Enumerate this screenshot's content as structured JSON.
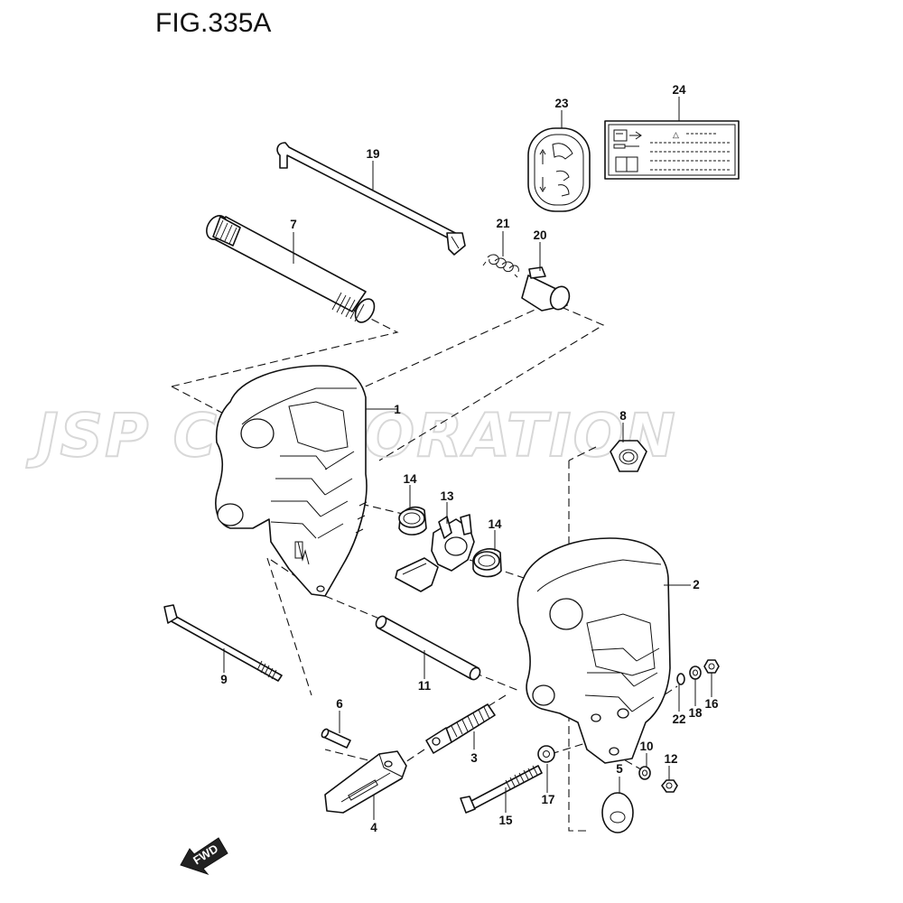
{
  "figure": {
    "title": "FIG.335A"
  },
  "watermark": {
    "text": "JSP CORPORATION"
  },
  "direction_arrow": {
    "label": "FWD"
  },
  "callouts": {
    "c1": "1",
    "c2": "2",
    "c3": "3",
    "c4": "4",
    "c5": "5",
    "c6": "6",
    "c7": "7",
    "c8": "8",
    "c9": "9",
    "c10": "10",
    "c11": "11",
    "c12": "12",
    "c13": "13",
    "c14a": "14",
    "c14b": "14",
    "c15": "15",
    "c16": "16",
    "c17": "17",
    "c18": "18",
    "c19": "19",
    "c20": "20",
    "c21": "21",
    "c22": "22",
    "c23": "23",
    "c24": "24"
  },
  "colors": {
    "line": "#111111",
    "watermark": "#d8d8d8",
    "background": "#ffffff"
  }
}
